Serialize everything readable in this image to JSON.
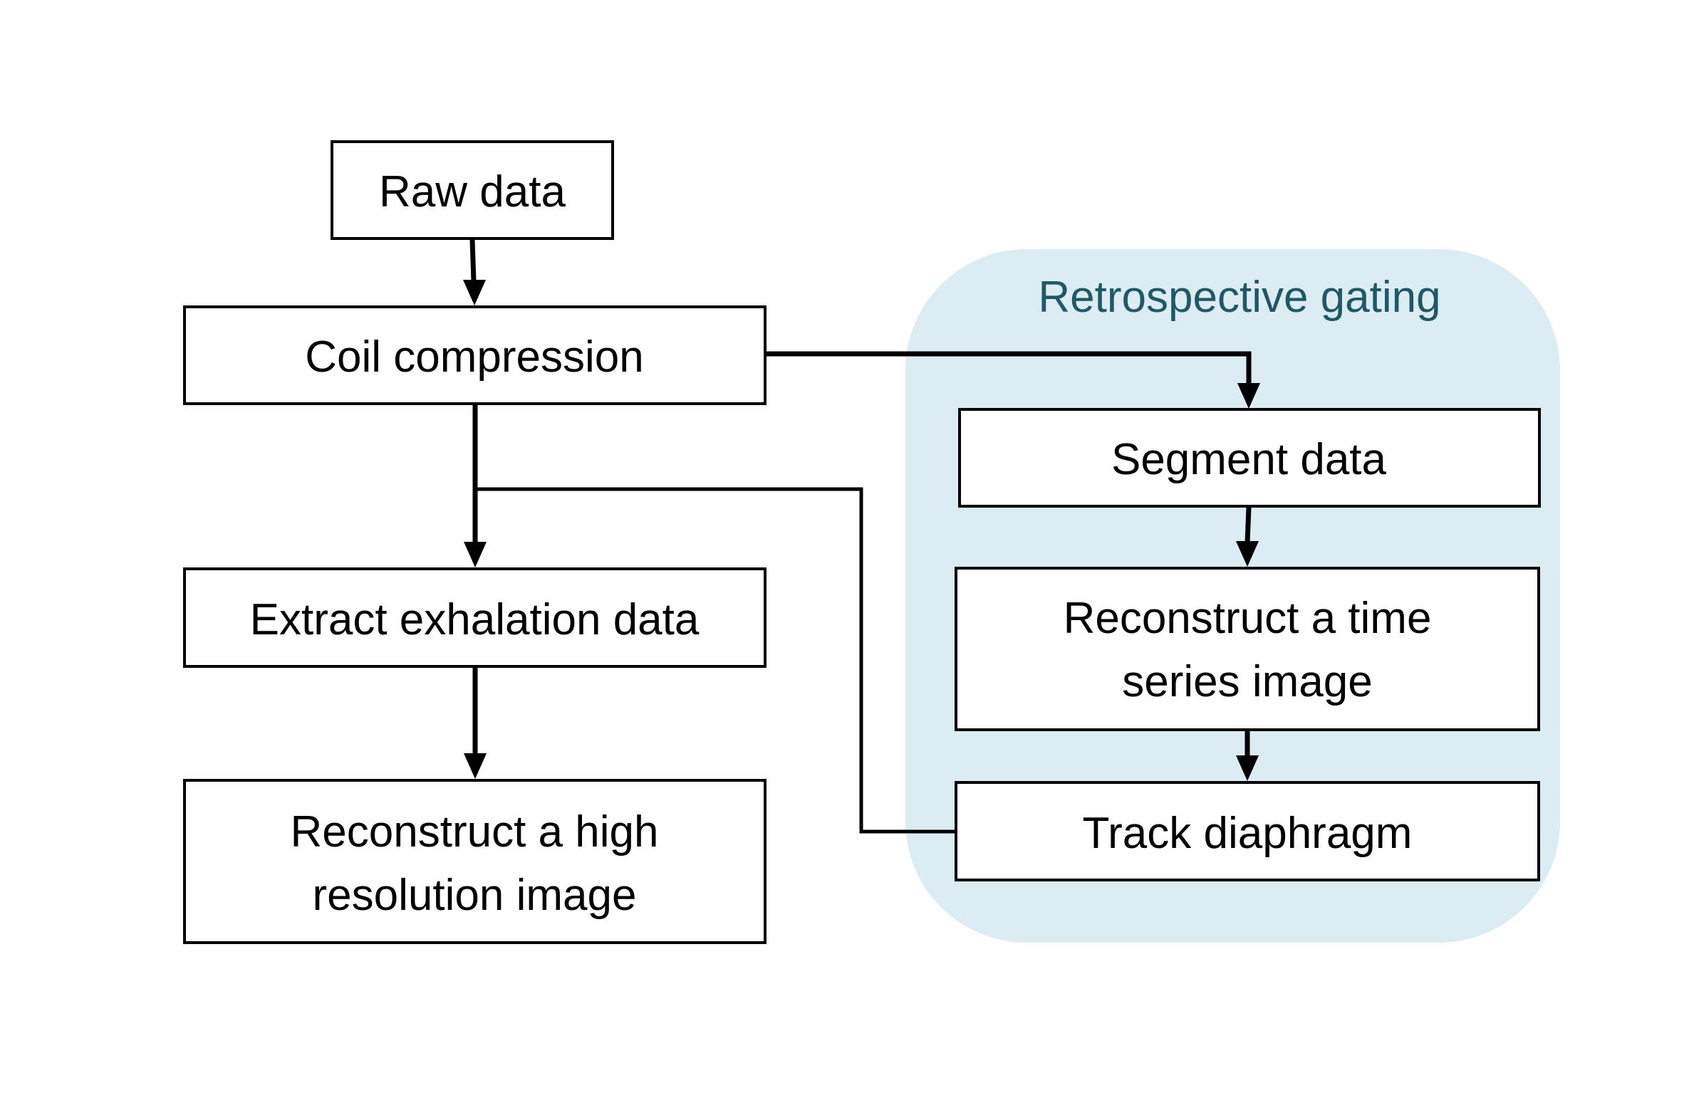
{
  "diagram": {
    "group": {
      "title": "Retrospective gating",
      "fill_color": "#dbedf3",
      "title_color": "#215868"
    },
    "nodes": {
      "raw_data": "Raw data",
      "coil_compression": "Coil compression",
      "extract_exhalation": "Extract exhalation data",
      "recon_high_res": [
        "Reconstruct a high",
        "resolution image"
      ],
      "segment_data": "Segment data",
      "recon_time_series": [
        "Reconstruct a time",
        "series image"
      ],
      "track_diaphragm": "Track diaphragm"
    },
    "edges": [
      {
        "from": "Raw data",
        "to": "Coil compression"
      },
      {
        "from": "Coil compression",
        "to": "Extract exhalation data"
      },
      {
        "from": "Coil compression",
        "to": "Segment data"
      },
      {
        "from": "Extract exhalation data",
        "to": "Reconstruct a high resolution image"
      },
      {
        "from": "Segment data",
        "to": "Reconstruct a time series image"
      },
      {
        "from": "Reconstruct a time series image",
        "to": "Track diaphragm"
      },
      {
        "from": "Track diaphragm",
        "to": "Extract exhalation data"
      }
    ]
  }
}
